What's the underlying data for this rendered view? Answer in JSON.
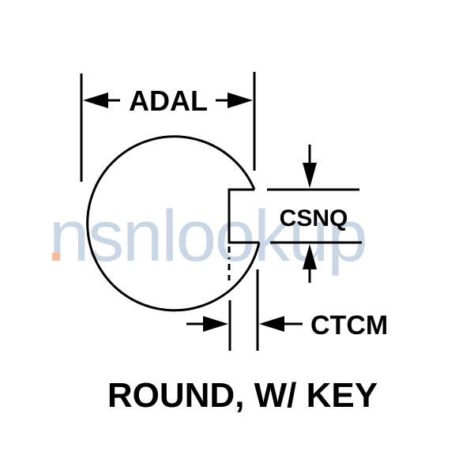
{
  "diagram": {
    "shape_name": "ROUND, W/ KEY",
    "dimensions": {
      "diameter_label": "ADAL",
      "key_width_label": "CSNQ",
      "key_depth_label": "CTCM"
    }
  },
  "watermark": {
    "text": "nsnlookup",
    "color": "#b7c9dd",
    "accent_color": "#f5a878"
  },
  "colors": {
    "line": "#000000",
    "background": "#ffffff"
  }
}
